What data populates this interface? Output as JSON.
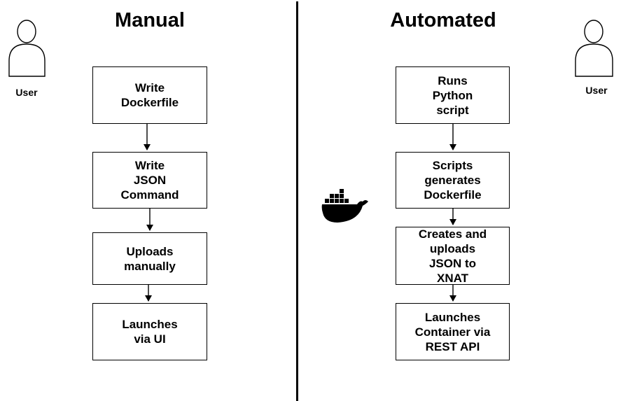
{
  "manual": {
    "title": "Manual",
    "user_label": "User",
    "steps": [
      {
        "label": "Write\nDockerfile"
      },
      {
        "label": "Write\nJSON\nCommand"
      },
      {
        "label": "Uploads\nmanually"
      },
      {
        "label": "Launches\nvia UI"
      }
    ]
  },
  "automated": {
    "title": "Automated",
    "user_label": "User",
    "steps": [
      {
        "label": "Runs\nPython\nscript"
      },
      {
        "label": "Scripts\ngenerates\nDockerfile"
      },
      {
        "label": "Creates and\nuploads\nJSON to\nXNAT"
      },
      {
        "label": "Launches\nContainer via\nREST API"
      }
    ]
  },
  "icons": {
    "user": "user-icon",
    "docker": "docker-whale-icon"
  }
}
